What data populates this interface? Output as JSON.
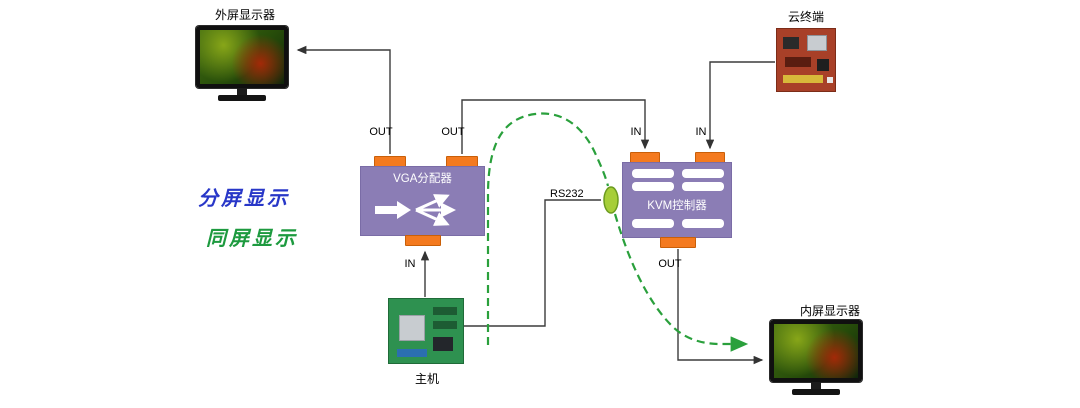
{
  "annotations": {
    "split_display": "分屏显示",
    "same_display": "同屏显示",
    "rs232": "RS232"
  },
  "devices": {
    "outer_monitor": {
      "label": "外屏显示器"
    },
    "cloud_terminal": {
      "label": "云终端"
    },
    "host": {
      "label": "主机"
    },
    "inner_monitor": {
      "label": "内屏显示器"
    },
    "vga_splitter": {
      "label": "VGA分配器",
      "ports": {
        "top_left": "OUT",
        "top_right": "OUT",
        "bottom": "IN"
      }
    },
    "kvm_controller": {
      "label": "KVM控制器",
      "ports": {
        "top_left": "IN",
        "top_right": "IN",
        "bottom": "OUT"
      }
    }
  },
  "colors": {
    "device_purple": "#8b7db5",
    "port_orange": "#f47a1f",
    "split_display_blue": "#2837c8",
    "same_display_green": "#1d9a3f",
    "dashed_path_green": "#2aa03c",
    "wire_gray": "#3c3c3c"
  }
}
